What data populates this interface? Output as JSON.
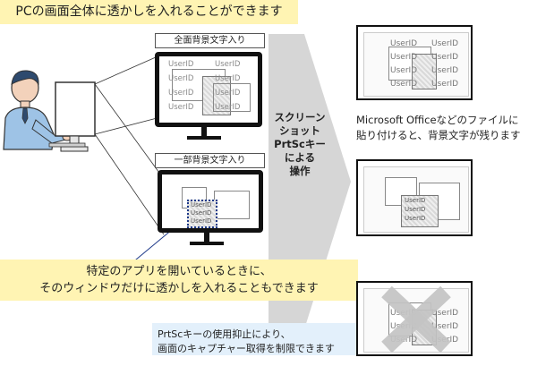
{
  "banner_top": "PCの画面全体に透かしを入れることができます",
  "monitor_top": {
    "label": "全面背景文字入り",
    "watermark": "UserID"
  },
  "monitor_bottom": {
    "label": "一部背景文字入り",
    "watermark": "UserID"
  },
  "arrow_label": [
    "スクリーン",
    "ショット",
    "PrtScキー",
    "による",
    "操作"
  ],
  "banner_bottom": [
    "特定のアプリを開いているときに、",
    "そのウィンドウだけに透かしを入れることもできます"
  ],
  "note_right": [
    "Microsoft Officeなどのファイルに",
    "貼り付けると、背景文字が残ります"
  ],
  "note_blue": [
    "PrtScキーの使用抑止により、",
    "画面のキャプチャー取得を制限できます"
  ],
  "shot_watermark": "UserID",
  "colors": {
    "banner": "#fff4b3",
    "arrow": "#d6d6d6",
    "note_blue": "#e3f0fb",
    "window_highlight": "#1e3a8a",
    "person_shirt": "#9ec3e6",
    "cross": "#c4c4c4"
  }
}
